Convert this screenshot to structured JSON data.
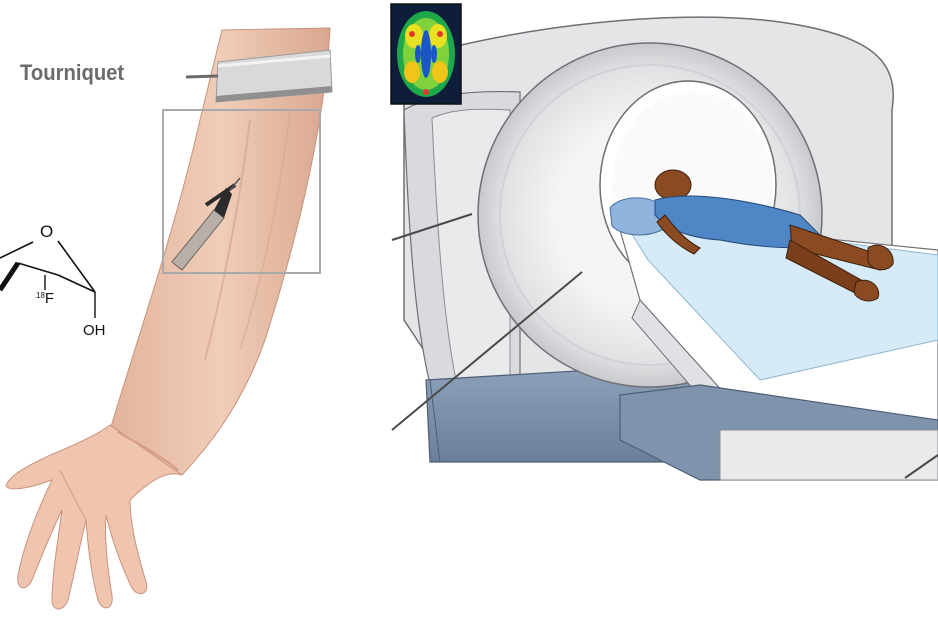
{
  "labels": {
    "tourniquet": "Tourniquet"
  },
  "molecule": {
    "ring_oxygen": "O",
    "fluorine_isotope": "18",
    "fluorine_symbol": "F",
    "hydroxyl": "OH"
  },
  "colors": {
    "skin": "#e9c2ad",
    "skin_shadow": "#d9a78f",
    "tourniquet_band": "#dcdcdc",
    "scanner_body": "#e6e7e9",
    "scanner_shadow": "#c4c7cb",
    "scanner_base": "#7f93ad",
    "table_pad": "#d7ecf7",
    "gown": "#4f86c6",
    "patient_skin": "#8a4a22"
  },
  "icons": {
    "brain_scan": "pet-brain-scan-icon",
    "syringe": "syringe-icon"
  }
}
